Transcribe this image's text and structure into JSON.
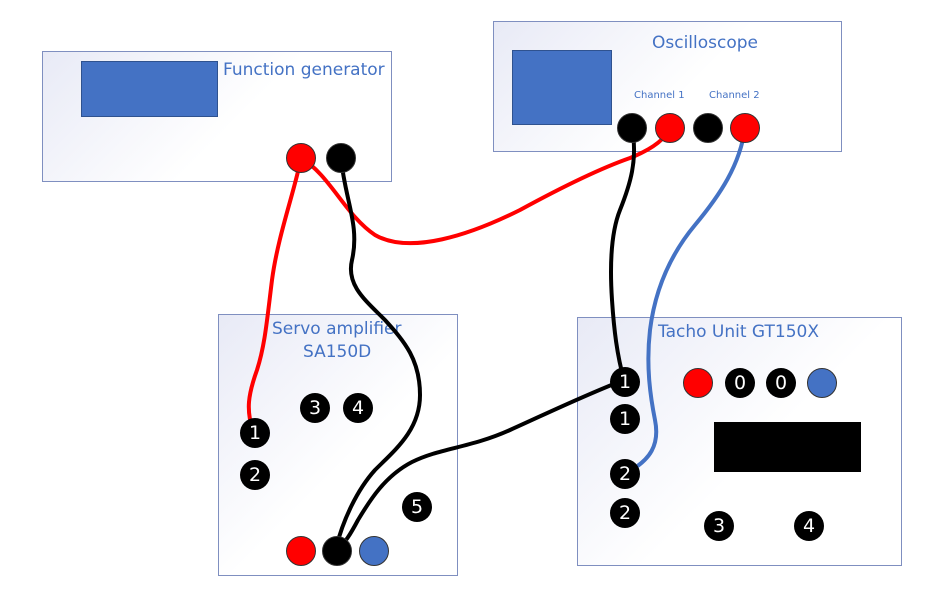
{
  "function_generator": {
    "title": "Function generator"
  },
  "oscilloscope": {
    "title": "Oscilloscope",
    "channel1_label": "Channel 1",
    "channel2_label": "Channel 2"
  },
  "servo_amplifier": {
    "title_line1": "Servo amplifier",
    "title_line2": "SA150D",
    "labels": {
      "t3": "3",
      "t4": "4",
      "t1": "1",
      "t2": "2",
      "t5": "5"
    }
  },
  "tacho_unit": {
    "title": "Tacho Unit GT150X",
    "labels": {
      "a1": "1",
      "b1": "1",
      "a2": "2",
      "b2": "2",
      "t3": "3",
      "t4": "4",
      "z1": "0",
      "z2": "0"
    }
  },
  "colors": {
    "red": "#ff0000",
    "black": "#000000",
    "blue": "#4472c4"
  }
}
